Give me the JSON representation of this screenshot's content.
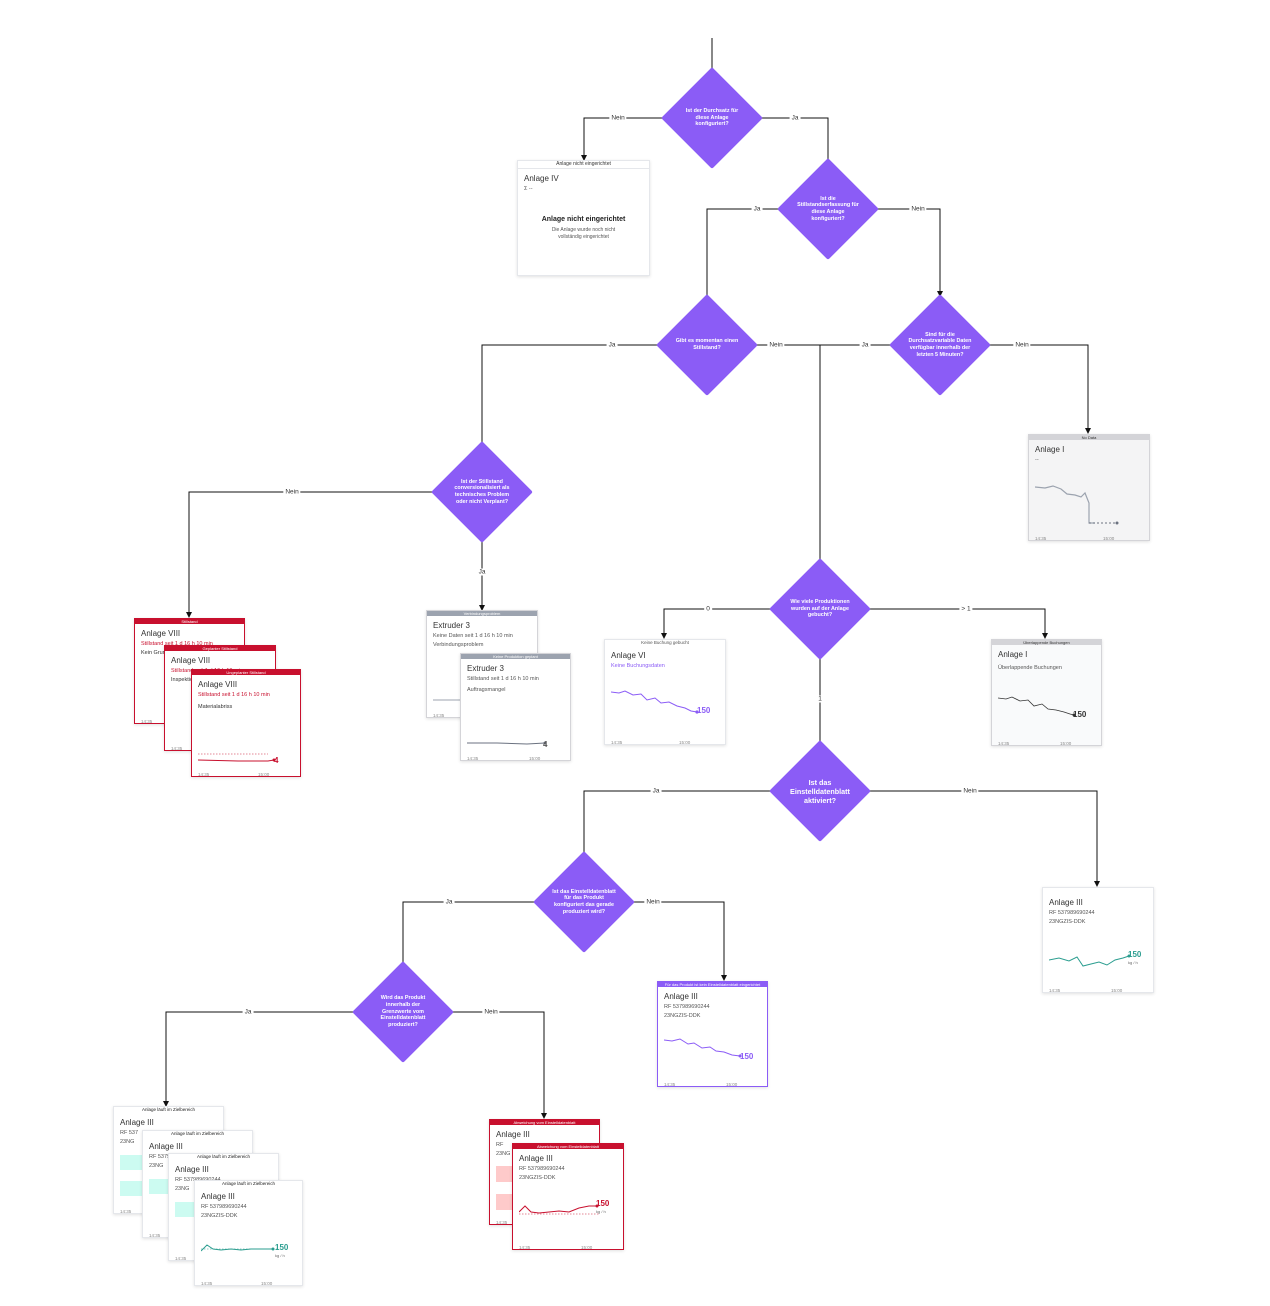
{
  "decisions": [
    {
      "id": "d1",
      "text": "Ist der Durchsatz für diese Anlage konfiguriert?"
    },
    {
      "id": "d2",
      "text": "Ist die Stillstandserfassung für diese Anlage konfiguriert?"
    },
    {
      "id": "d3",
      "text": "Gibt es momentan einen Stillstand?"
    },
    {
      "id": "d4",
      "text": "Sind für die Durchsatzvariable Daten verfügbar innerhalb der letzten 5 Minuten?"
    },
    {
      "id": "d5",
      "text": "Ist der Stillstand conversionalisiert als technisches Problem oder nicht Verplant?"
    },
    {
      "id": "d6",
      "text": "Wie viele Produktionen wurden auf der Anlage gebucht?"
    },
    {
      "id": "d7",
      "text": "Ist das Einstelldatenblatt aktiviert?"
    },
    {
      "id": "d8",
      "text": "Ist das Einstelldatenblatt für das Produkt konfiguriert das gerade produziert wird?"
    },
    {
      "id": "d9",
      "text": "Wird das Produkt innerhalb der Grenzwerte vom Einstelldatenblatt produziert?"
    }
  ],
  "edge_labels": {
    "d1_no": "Nein",
    "d1_yes": "Ja",
    "d2_yes": "Ja",
    "d2_no": "Nein",
    "d3_yes": "Ja",
    "d3_no": "Nein",
    "d4_yes": "Ja",
    "d4_no": "Nein",
    "d5_no": "Nein",
    "d5_yes": "Ja",
    "d6_zero": "0",
    "d6_gt1": "> 1",
    "d6_one": "1",
    "d7_yes": "Ja",
    "d7_no": "Nein",
    "d8_yes": "Ja",
    "d8_no": "Nein",
    "d9_yes": "Ja",
    "d9_no": "Nein"
  },
  "cards": {
    "not_configured": {
      "header": "Anlage nicht eingerichtet",
      "title": "Anlage IV",
      "sub": "Σ --",
      "message_title": "Anlage nicht eingerichtet",
      "message_body": "Die Anlage wurde noch nicht vollständig eingerichtet"
    },
    "no_data": {
      "header": "No Data",
      "title": "Anlage I",
      "sub": "--",
      "t1": "14:35",
      "t2": "15:00"
    },
    "stillstand_a": {
      "header": "Stillstand",
      "title": "Anlage VIII",
      "sub": "Stillstand seit 1 d 16 h 10 min",
      "note": "Kein Grund",
      "t1": "14:35"
    },
    "stillstand_b": {
      "header": "Geplanter Stillstand",
      "title": "Anlage VIII",
      "sub": "Stillstand seit 1 d 16 h 10 min",
      "note": "Inspektion",
      "t1": "14:35"
    },
    "stillstand_c": {
      "header": "Ungeplanter Stillstand",
      "title": "Anlage VIII",
      "sub": "Stillstand seit 1 d 16 h 10 min",
      "note": "Materialabriss",
      "value": "4",
      "t1": "14:35",
      "t2": "15:00"
    },
    "conn_a": {
      "header": "Verbindungsproblem",
      "title": "Extruder 3",
      "sub": "Keine Daten seit 1 d 16 h 10 min",
      "note": "Verbindungsproblem",
      "t1": "14:35"
    },
    "conn_b": {
      "header": "Keine Produktion geplant",
      "title": "Extruder 3",
      "sub": "Stillstand seit 1 d 16 h 10 min",
      "note": "Auftragsmangel",
      "value": "4",
      "t1": "14:35",
      "t2": "15:00"
    },
    "no_booking": {
      "header": "Keine Buchung gebucht",
      "title": "Anlage VI",
      "sub": "Keine Buchungsdaten",
      "value": "150",
      "t1": "14:35",
      "t2": "15:00"
    },
    "overlap": {
      "header": "Überlappende Buchungen",
      "title": "Anlage I",
      "sub": "Überlappende Buchungen",
      "value": "150",
      "t1": "14:35",
      "t2": "15:00"
    },
    "sheet_off": {
      "title": "Anlage III",
      "sub1": "RF 537989690244",
      "sub2": "23NGZIS-DDK",
      "value": "150",
      "unit": "kg / h",
      "t1": "14:35",
      "t2": "15:00"
    },
    "no_sheet_product": {
      "header": "Für das Produkt ist kein Einstelldatenblatt eingerichtet",
      "title": "Anlage III",
      "sub1": "RF 537989690244",
      "sub2": "23NGZIS-DDK",
      "value": "150",
      "t1": "14:35",
      "t2": "15:00"
    },
    "in_range_a": {
      "header": "Anlage läuft im Zielbereich",
      "title": "Anlage III",
      "sub1": "RF 537",
      "sub2": "23NG",
      "t1": "14:35"
    },
    "in_range_b": {
      "header": "Anlage läuft im Zielbereich",
      "title": "Anlage III",
      "sub1": "RF 537989690244",
      "sub2": "23NG",
      "t1": "14:35"
    },
    "in_range_c": {
      "header": "Anlage läuft im Zielbereich",
      "title": "Anlage III",
      "sub1": "RF 537989690244",
      "sub2": "23NG",
      "t1": "14:35"
    },
    "in_range_d": {
      "header": "Anlage läuft im Zielbereich",
      "title": "Anlage III",
      "sub1": "RF 537989690244",
      "sub2": "23NGZIS-DDK",
      "value": "150",
      "unit": "kg / h",
      "t1": "14:35",
      "t2": "15:00"
    },
    "out_range_a": {
      "header": "Abweichung vom Einstelldatenblatt",
      "title": "Anlage III",
      "sub1": "RF",
      "sub2": "23NG",
      "t1": "14:35"
    },
    "out_range_b": {
      "header": "Abweichung vom Einstelldatenblatt",
      "title": "Anlage III",
      "sub1": "RF 537989690244",
      "sub2": "23NGZIS-DDK",
      "value": "150",
      "unit": "kg / h",
      "t1": "14:35",
      "t2": "15:00"
    }
  },
  "colors": {
    "decision": "#8b5cf6",
    "error": "#c8102e",
    "neutral": "#9ca3af",
    "ok": "#2a9d8f",
    "line": "#111111"
  }
}
